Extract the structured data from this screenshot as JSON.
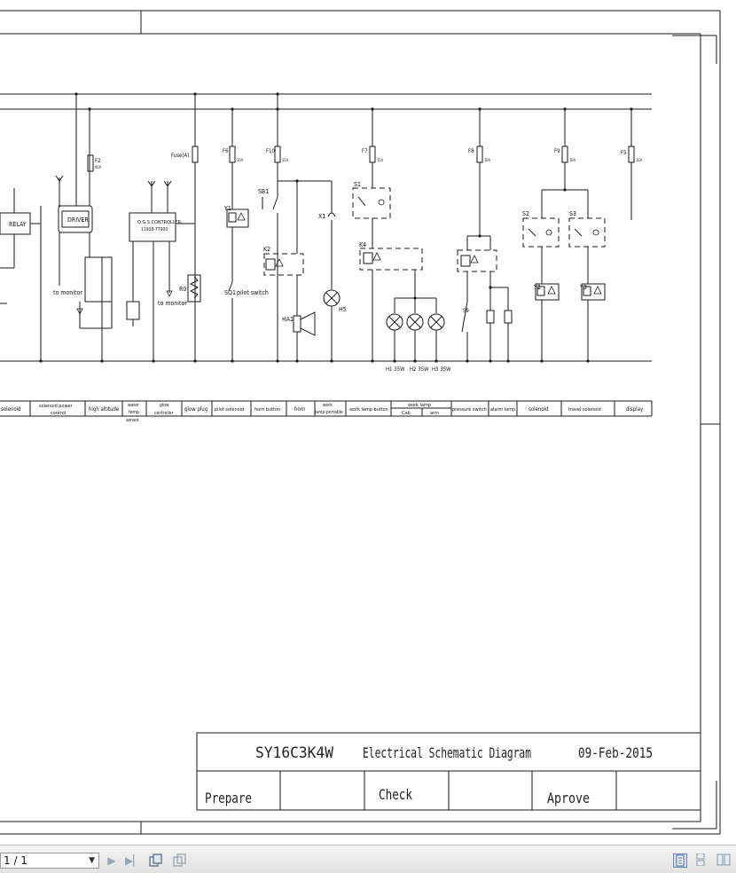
{
  "diagram": {
    "supply": {
      "fuse_label": "Fuse(A)",
      "fuses": [
        {
          "id": "F2",
          "rating": "40A"
        },
        {
          "id": "F6",
          "rating": "10A"
        },
        {
          "id": "F10",
          "rating": "15A"
        },
        {
          "id": "F7",
          "rating": "15A"
        },
        {
          "id": "F8",
          "rating": "10A"
        },
        {
          "id": "F9",
          "rating": "10A"
        },
        {
          "id": "F5",
          "rating": "10A"
        }
      ]
    },
    "components": {
      "relay": "RELAY",
      "driver": "DRIVER",
      "controller_line1": "Q.G.S CONTROLLER",
      "controller_line2": "11918-77900",
      "to_monitor_1": "to monitor",
      "to_monitor_2": "to monitor",
      "r0": "R0",
      "y1": "Y1",
      "sq1": "SQ1",
      "pilot_switch": "pilot switch",
      "sb1": "SB1",
      "k2": "K2",
      "ha1": "HA1",
      "x1": "X1",
      "h5": "H5",
      "s1": "S1",
      "k4": "K4",
      "h1": "H1 35W",
      "h2": "H2 35W",
      "h3": "H3 35W",
      "s9": "S9",
      "s2": "S2",
      "s3": "S3",
      "y2": "Y2",
      "y3": "Y3"
    },
    "legend": {
      "cells": [
        {
          "line1": "solenoid",
          "line2": ""
        },
        {
          "line1": "solenoid power",
          "line2": "control"
        },
        {
          "line1": "high altitude",
          "line2": ""
        },
        {
          "line1": "water",
          "line2": "temp",
          "line3": "sensor"
        },
        {
          "line1": "glow",
          "line2": "controller"
        },
        {
          "line1": "glow plug",
          "line2": ""
        },
        {
          "line1": "pilot solenoid",
          "line2": ""
        },
        {
          "line1": "horn button",
          "line2": ""
        },
        {
          "line1": "horn",
          "line2": ""
        },
        {
          "line1": "work",
          "line2": "lamp-portable"
        },
        {
          "line1": "work lamp button",
          "line2": ""
        },
        {
          "line1": "work lamp",
          "sub1": "Cab",
          "sub2": "arm"
        },
        {
          "line1": "pressure switch",
          "line2": ""
        },
        {
          "line1": "alarm lamp",
          "line2": ""
        },
        {
          "line1": "solenoid",
          "line2": ""
        },
        {
          "line1": "travel solenoid",
          "line2": ""
        },
        {
          "line1": "display",
          "line2": ""
        }
      ]
    }
  },
  "title_block": {
    "model": "SY16C3K4W",
    "title": "Electrical Schematic Diagram",
    "date": "09-Feb-2015",
    "prepare": "Prepare",
    "check": "Check",
    "approve": "Aprove"
  },
  "viewer": {
    "page": "1 / 1",
    "icons": [
      "next-page-icon",
      "last-page-icon",
      "copy-icon",
      "paste-icon",
      "single-page-icon",
      "continuous-icon",
      "facing-icon"
    ]
  }
}
